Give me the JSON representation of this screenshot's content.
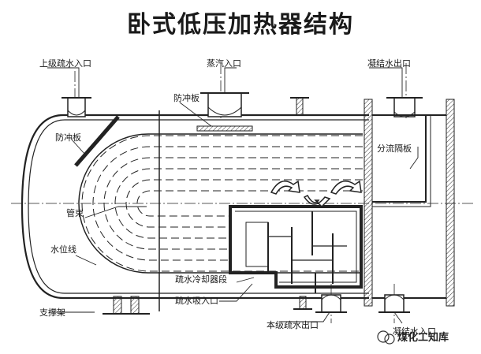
{
  "title": "卧式低压加热器结构",
  "labels": {
    "drain_in": "上级疏水入口",
    "steam_in": "蒸汽入口",
    "condensate_out": "凝结水出口",
    "baffle_top": "防冲板",
    "baffle_left": "防冲板",
    "flow_baffle": "分流隔板",
    "tube_bundle": "管束",
    "water_level": "水位线",
    "drain_cooler": "疏水冷却器段",
    "drain_cooler_inlet": "疏水吸入口",
    "support": "支撑架",
    "drain_out": "本级疏水出口",
    "condensate_in": "凝结水入口"
  },
  "watermark": "煤化工知库",
  "colors": {
    "line": "#222222",
    "background": "#ffffff"
  }
}
